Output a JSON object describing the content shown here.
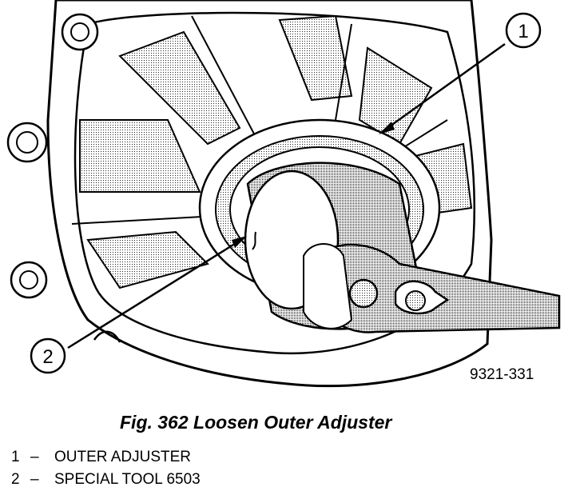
{
  "figure": {
    "caption": "Fig. 362 Loosen Outer Adjuster",
    "figure_id": "9321-331"
  },
  "callouts": [
    {
      "number": "1"
    },
    {
      "number": "2"
    }
  ],
  "legend": [
    {
      "number": "1",
      "dash": "–",
      "text": "OUTER ADJUSTER"
    },
    {
      "number": "2",
      "dash": "–",
      "text": "SPECIAL TOOL 6503"
    }
  ]
}
